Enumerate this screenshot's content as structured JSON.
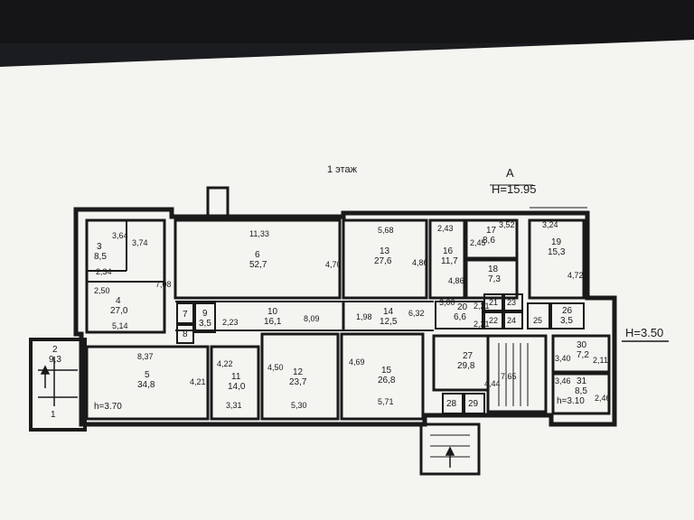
{
  "header": {
    "floor_label": "1 этаж",
    "section_letter": "А",
    "height_main": "H=15.95",
    "height_side": "H=3.50"
  },
  "rooms": [
    {
      "num": "1",
      "area": ""
    },
    {
      "num": "2",
      "area": "9,3"
    },
    {
      "num": "3",
      "area": "8,5"
    },
    {
      "num": "4",
      "area": "27,0"
    },
    {
      "num": "5",
      "area": "34,8"
    },
    {
      "num": "6",
      "area": "52,7"
    },
    {
      "num": "7",
      "area": ""
    },
    {
      "num": "8",
      "area": ""
    },
    {
      "num": "9",
      "area": "3,5"
    },
    {
      "num": "10",
      "area": "16,1"
    },
    {
      "num": "11",
      "area": "14,0"
    },
    {
      "num": "12",
      "area": "23,7"
    },
    {
      "num": "13",
      "area": "27,6"
    },
    {
      "num": "14",
      "area": "12,5"
    },
    {
      "num": "15",
      "area": "26,8"
    },
    {
      "num": "16",
      "area": "11,7"
    },
    {
      "num": "17",
      "area": "8,6"
    },
    {
      "num": "18",
      "area": "7,3"
    },
    {
      "num": "19",
      "area": "15,3"
    },
    {
      "num": "20",
      "area": "6,6"
    },
    {
      "num": "21",
      "area": ""
    },
    {
      "num": "22",
      "area": ""
    },
    {
      "num": "23",
      "area": ""
    },
    {
      "num": "24",
      "area": ""
    },
    {
      "num": "25",
      "area": ""
    },
    {
      "num": "26",
      "area": "3,5"
    },
    {
      "num": "27",
      "area": "29,8"
    },
    {
      "num": "28",
      "area": ""
    },
    {
      "num": "29",
      "area": ""
    },
    {
      "num": "30",
      "area": "7,2"
    },
    {
      "num": "31",
      "area": "8,5"
    }
  ],
  "dimensions": [
    "11,33",
    "5,68",
    "2,43",
    "3,52",
    "3,24",
    "3,64",
    "3,74",
    "2,34",
    "2,50",
    "7,08",
    "5,14",
    "4,70",
    "4,86",
    "2,45",
    "4,86",
    "4,72",
    "3,00",
    "2,21",
    "2,21",
    "1,98",
    "6,32",
    "2,23",
    "8,09",
    "8,37",
    "4,22",
    "4,50",
    "4,69",
    "4,21",
    "3,31",
    "5,30",
    "5,71",
    "7,65",
    "4,44",
    "3,40",
    "2,11",
    "3,46",
    "2,46"
  ],
  "heights": [
    "h=3.70",
    "h=3.10"
  ]
}
